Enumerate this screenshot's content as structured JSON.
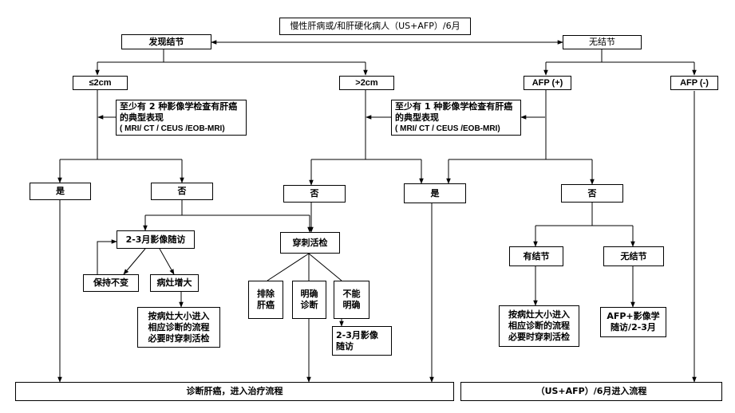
{
  "nodes": {
    "top": "慢性肝病或/和肝硬化病人（US+AFP）/6月",
    "found": "发现结节",
    "none": "无结节",
    "le2": "≤2cm",
    "gt2": ">2cm",
    "afp_pos": "AFP (+)",
    "afp_neg": "AFP (-)",
    "crit_le2": [
      "至少有 2 种影像学检查有肝癌",
      "的典型表现",
      "( MRI/ CT / CEUS /EOB-MRI)"
    ],
    "crit_gt2": [
      "至少有 1 种影像学检查有肝癌",
      "的典型表现",
      "( MRI/ CT / CEUS /EOB-MRI)"
    ],
    "yes_left": "是",
    "no_left": "否",
    "no_mid": "否",
    "yes_mid": "是",
    "no_right": "否",
    "followup_23": "2-3月影像随访",
    "biopsy": "穿刺活检",
    "stable": "保持不变",
    "enlarged": "病灶增大",
    "by_size": [
      "按病灶大小进入",
      "相应诊断的流程",
      "必要时穿刺活检"
    ],
    "exclude": [
      "排除",
      "肝癌"
    ],
    "clear": [
      "明确",
      "诊断"
    ],
    "unclear": [
      "不能",
      "明确"
    ],
    "followup_23b": [
      "2-3月影像",
      "随访"
    ],
    "has_nodule": "有结节",
    "no_nodule": "无结节",
    "by_size_r": [
      "按病灶大小进入",
      "相应诊断的流程",
      "必要时穿刺活检"
    ],
    "afp_img": [
      "AFP+影像学",
      "随访/2-3月"
    ],
    "diag_bottom": "诊断肝癌，进入治疗流程",
    "us_bottom": "（US+AFP）/6月进入流程"
  }
}
